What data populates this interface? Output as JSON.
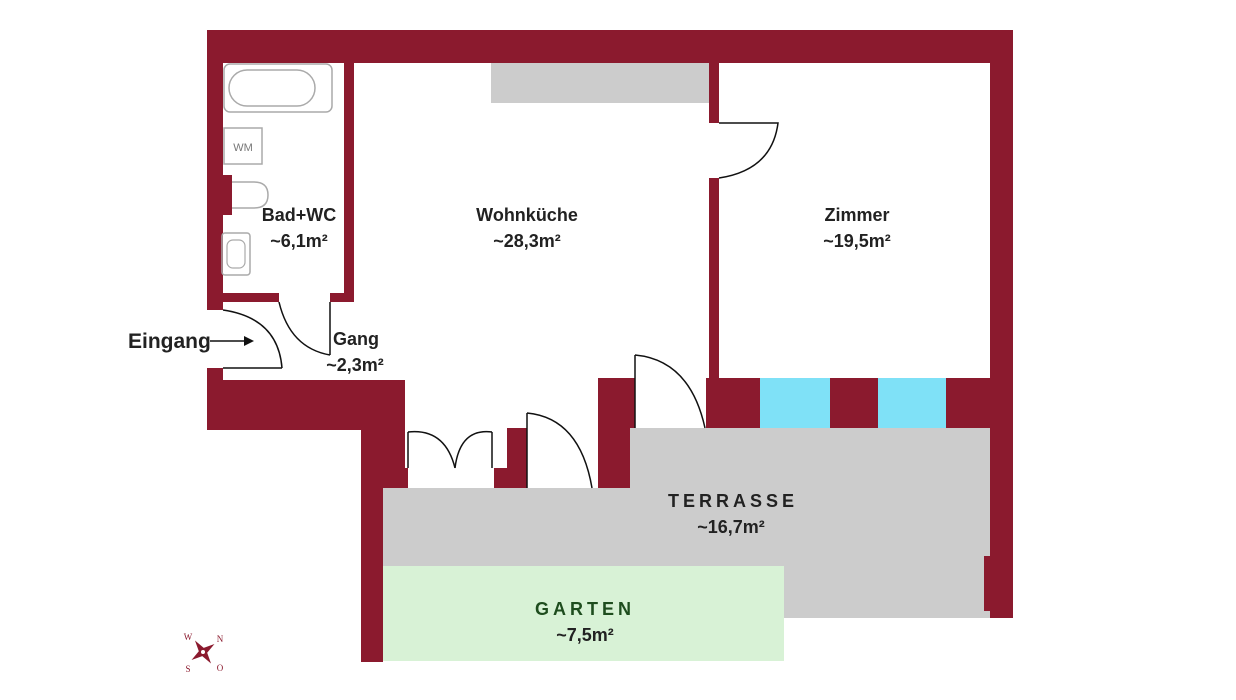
{
  "colors": {
    "wall": "#8b1a2e",
    "terrace": "#cccccc",
    "garden": "#d8f2d6",
    "window": "#7fe1f7",
    "kitchen_counter": "#cccccc",
    "fixture_stroke": "#aaaaaa"
  },
  "rooms": {
    "bad": {
      "name": "Bad+WC",
      "area": "~6,1m²"
    },
    "wohnkueche": {
      "name": "Wohnküche",
      "area": "~28,3m²"
    },
    "zimmer": {
      "name": "Zimmer",
      "area": "~19,5m²"
    },
    "gang": {
      "name": "Gang",
      "area": "~2,3m²"
    },
    "terrasse": {
      "name": "TERRASSE",
      "area": "~16,7m²"
    },
    "garten": {
      "name": "GARTEN",
      "area": "~7,5m²"
    }
  },
  "entrance": {
    "label": "Eingang"
  },
  "fixtures": {
    "washing_machine": "WM"
  },
  "compass": {
    "n": "N",
    "w": "W",
    "s": "S",
    "o": "O"
  },
  "icons": [
    "bathtub-icon",
    "washing-machine-icon",
    "toilet-icon",
    "sink-icon",
    "door-swing-icon",
    "arrow-right-icon",
    "compass-rose-icon"
  ]
}
